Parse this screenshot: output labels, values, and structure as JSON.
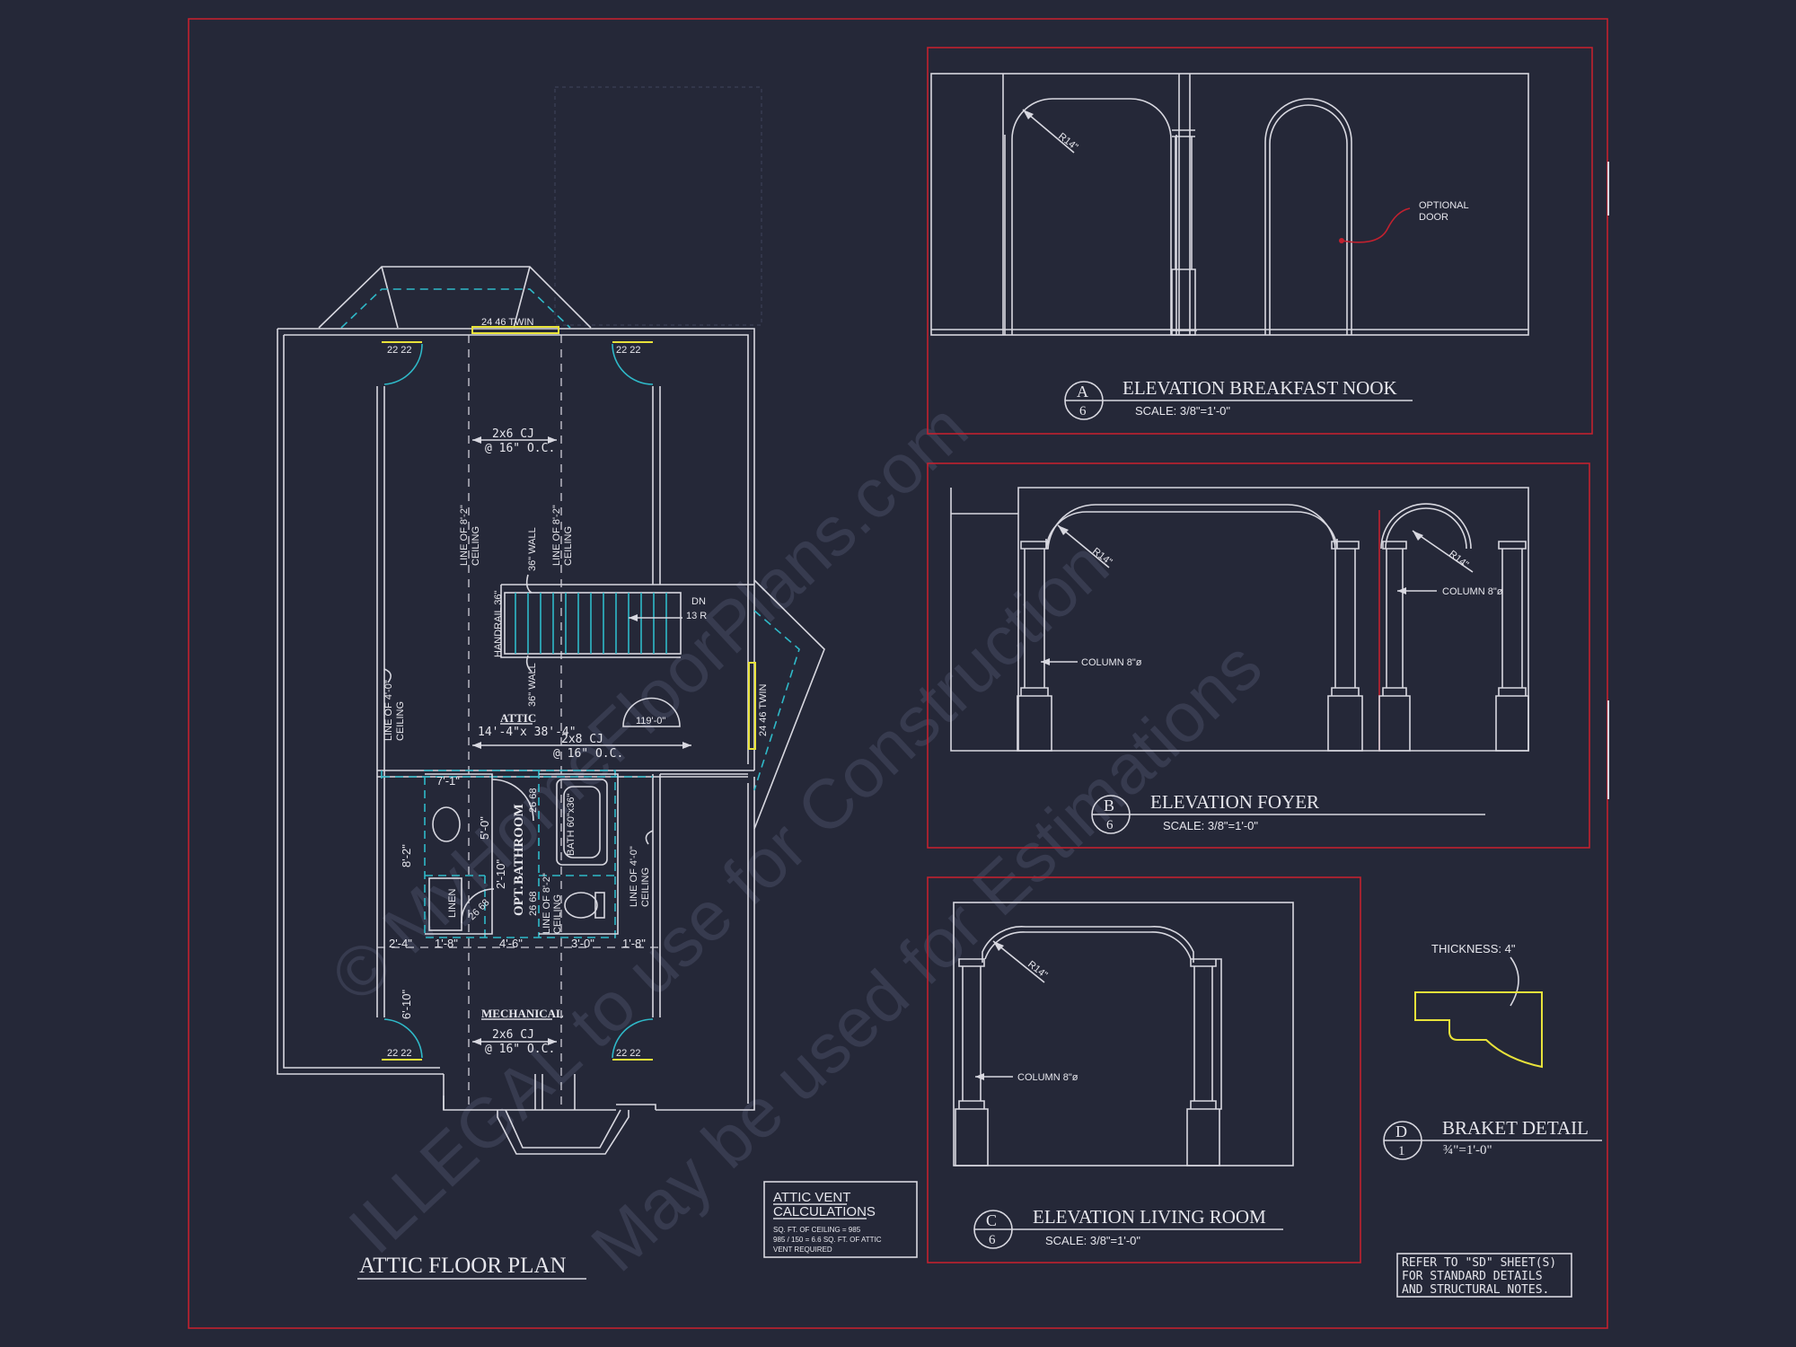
{
  "watermark": {
    "line1": "© MyHomeFloorPlans.com",
    "line2": "ILLEGAL to use for Construction",
    "line3": "May be used for Estimations"
  },
  "attic_plan": {
    "title": "ATTIC FLOOR PLAN",
    "window_top": "24 46 TWIN",
    "window_right": "24 46 TWIN",
    "doors": [
      "22 22",
      "22 22",
      "22 22",
      "22 22"
    ],
    "cj_top": {
      "line1": "2x6 CJ",
      "line2": "@ 16\" O.C."
    },
    "cj_mid": {
      "line1": "2x8 CJ",
      "line2": "@ 16\" O.C."
    },
    "cj_bottom": {
      "line1": "2x6 CJ",
      "line2": "@ 16\" O.C."
    },
    "ceiling_82_left": {
      "line1": "LINE OF 8'-2\"",
      "line2": "CEILING"
    },
    "ceiling_82_right": {
      "line1": "LINE OF 8'-2\"",
      "line2": "CEILING"
    },
    "wall_36_top": "36\" WALL",
    "wall_36_bottom": "36\" WALL",
    "handrail": "HANDRAIL 36\"",
    "stair": {
      "dn": "DN",
      "risers": "13 R"
    },
    "attic_label": "ATTIC",
    "attic_size": "14'-4\"x 38'-4\"",
    "arch_dim": "119'-0\"",
    "ceiling_40_left": {
      "line1": "LINE OF 4'-0\"",
      "line2": "CEILING"
    },
    "ceiling_40_right": {
      "line1": "LINE OF 4'-0\"",
      "line2": "CEILING"
    },
    "bath_label_1": "OPT.",
    "bath_label_2": "BATHROOM",
    "bath_tub": "BATH 60\"x36\"",
    "linen": "LINEN",
    "door_2668_a": "26 68",
    "door_2668_b": "26 68",
    "door_2668_c": "26 68",
    "bath_ceiling": {
      "line1": "LINE OF 8'-2\"",
      "line2": "CEILING"
    },
    "dims": {
      "d71": "7'-1\"",
      "d50": "5'-0\"",
      "d210": "2'-10\"",
      "d82": "8'-2\"",
      "d24": "2'-4\"",
      "d18a": "1'-8\"",
      "d46": "4'-6\"",
      "d30": "3'-0\"",
      "d18b": "1'-8\"",
      "d610": "6'-10\""
    },
    "mechanical": "MECHANICAL"
  },
  "vent_calc": {
    "title1": "ATTIC VENT",
    "title2": "CALCULATIONS",
    "line1": "SQ. FT. OF CEILING = 985",
    "line2": "985 / 150 = 6.6 SQ. FT. OF ATTIC",
    "line3": "VENT REQUIRED"
  },
  "elev_a": {
    "letter": "A",
    "sheet": "6",
    "title": "ELEVATION BREAKFAST NOOK",
    "scale": "SCALE: 3/8\"=1'-0\"",
    "radius": "R14\"",
    "note1": "OPTIONAL",
    "note2": "DOOR"
  },
  "elev_b": {
    "letter": "B",
    "sheet": "6",
    "title": "ELEVATION FOYER",
    "scale": "SCALE: 3/8\"=1'-0\"",
    "radius_1": "R14\"",
    "radius_2": "R14\"",
    "column_1": "COLUMN 8\"ø",
    "column_2": "COLUMN 8\"ø"
  },
  "elev_c": {
    "letter": "C",
    "sheet": "6",
    "title": "ELEVATION LIVING ROOM",
    "scale": "SCALE: 3/8\"=1'-0\"",
    "radius": "R14\"",
    "column": "COLUMN 8\"ø"
  },
  "bracket": {
    "letter": "D",
    "sheet": "1",
    "title": "BRAKET DETAIL",
    "scale": "¾\"=1'-0\"",
    "thickness": "THICKNESS: 4\""
  },
  "refer_note": {
    "line1": "REFER TO \"SD\" SHEET(S)",
    "line2": "FOR STANDARD DETAILS",
    "line3": "AND STRUCTURAL NOTES."
  },
  "colors": {
    "background": "#252838",
    "linework": "#d8d8e0",
    "border_red": "#c2212f",
    "dashed_cyan": "#2fb9c8",
    "window_yellow": "#e8e23a"
  }
}
